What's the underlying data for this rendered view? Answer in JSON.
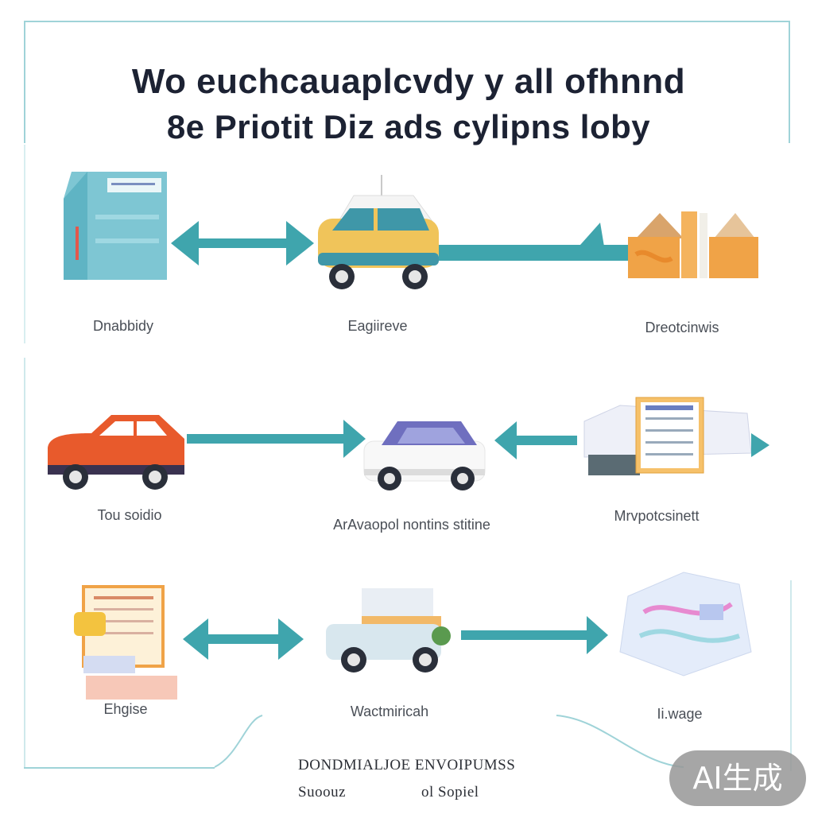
{
  "title": {
    "line1": "Wo euchcauaplcvdy y all ofhnnd",
    "line2": "8e Priotit Diz ads cylipns loby"
  },
  "labels": {
    "row1": [
      "Dnabbidy",
      "Eagiireve",
      "Dreotcinwis"
    ],
    "row2": [
      "Tou soidio",
      "ArAvaopol nontins stitine",
      "Mrvpotcsinett"
    ],
    "row3": [
      "Ehgise",
      "Wactmiricah",
      "Ii.wage"
    ]
  },
  "footer": {
    "line1": "DONDMIALJOE ENVOIPUMSS",
    "line2a": "Suoouz",
    "line2b": "ol Sopiel"
  },
  "badge": "AI生成",
  "colors": {
    "teal": "#3fa5ad",
    "border": "#9fd3d8",
    "title": "#1c2233",
    "orange": "#f0a347",
    "red_car": "#e85a2c"
  }
}
